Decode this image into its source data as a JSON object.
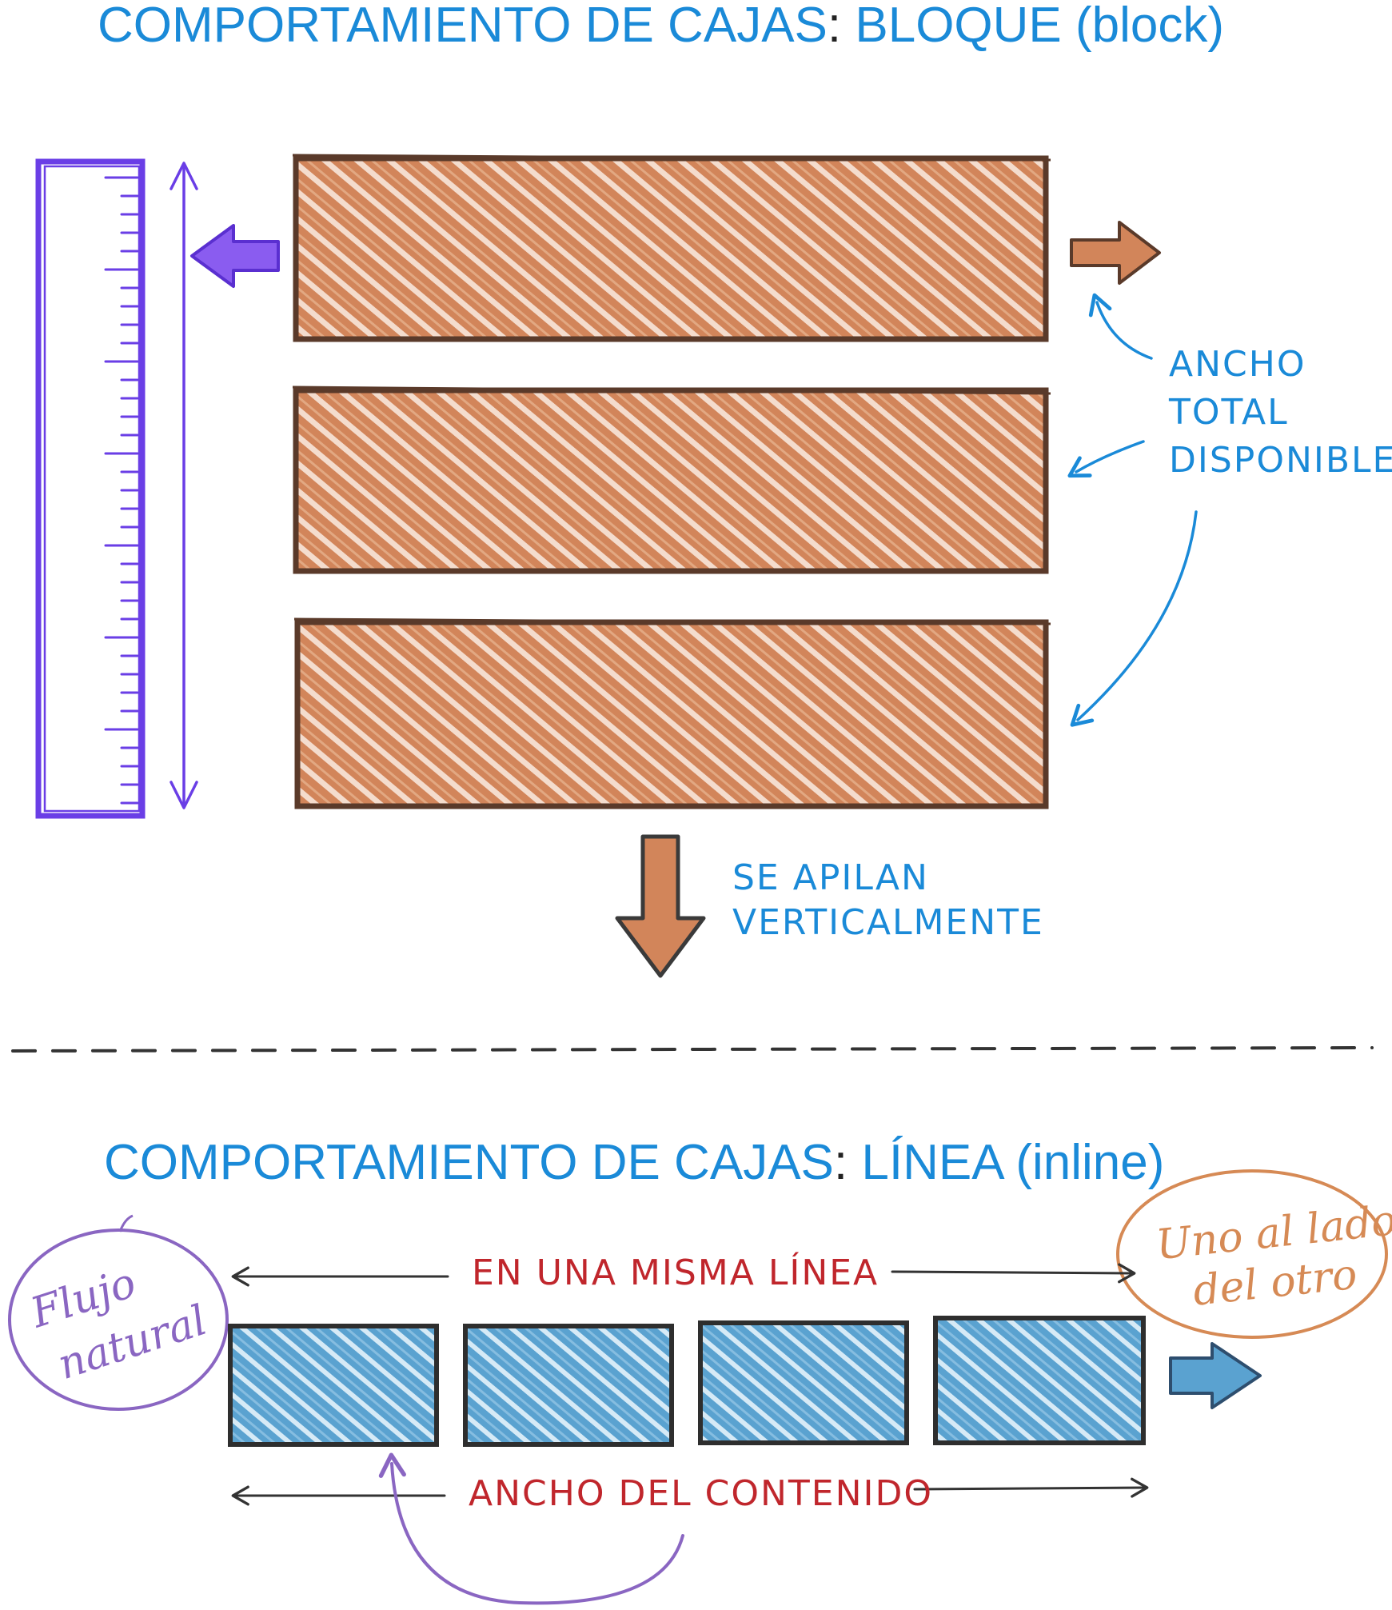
{
  "block_section": {
    "title_prefix": "COMPORTAMIENTO DE CAJAS",
    "title_suffix": " BLOQUE (block)",
    "note_width_lines": [
      "ANCHO",
      "TOTAL",
      "DISPONIBLE"
    ],
    "note_stack_lines": [
      "SE APILAN",
      "VERTICALMENTE"
    ]
  },
  "inline_section": {
    "title_prefix": "COMPORTAMIENTO DE CAJAS",
    "title_suffix": " LÍNEA (inline)",
    "label_same_line": "EN UNA MISMA LÍNEA",
    "label_content_width": "ANCHO DEL CONTENIDO",
    "bubble_left_lines": [
      "Flujo",
      "natural"
    ],
    "bubble_right_lines": [
      "Uno al lado",
      "del otro"
    ]
  },
  "colors": {
    "block_fill": "#d2855a",
    "block_border": "#5a3a2a",
    "inline_fill": "#5aa2d0",
    "inline_border": "#2e2e2e",
    "ruler": "#6a3ee6",
    "title": "#1a8ad8",
    "label_red": "#c0262c",
    "bubble_purple": "#8a66c2",
    "bubble_orange": "#d68a55"
  }
}
